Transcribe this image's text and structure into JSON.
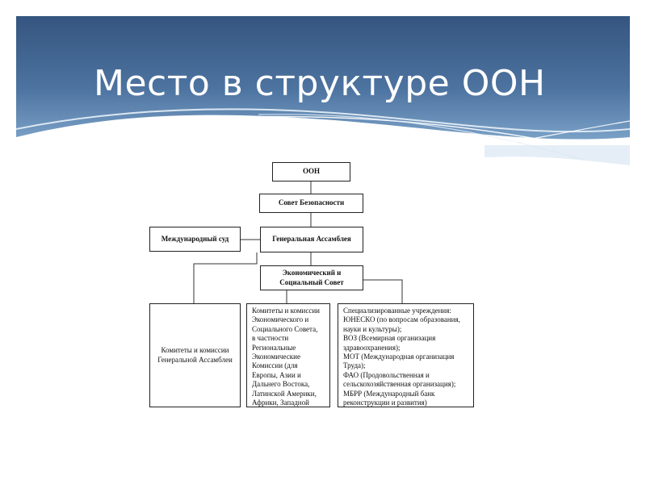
{
  "slide": {
    "title": "Место в структуре ООН"
  },
  "diagram": {
    "un": "ООН",
    "security_council": "Совет Безопасности",
    "court": "Международный суд",
    "general_assembly": "Генеральная Ассамблея",
    "ecosoc": {
      "line1": "Экономический и",
      "line2": "Социальный Совет"
    },
    "ga_committees": {
      "line1": "Комитеты и комиссии",
      "line2": "Генеральной Ассамблеи"
    },
    "ecosoc_committees": [
      "Комитеты и комиссии",
      "Экономического и",
      "Социального Совета,",
      "в частности",
      "Региональные",
      "Экономические",
      "Комиссии (для",
      "Европы, Азии и",
      "Дальнего Востока,",
      "Латинской Америки,",
      "Африки, Западной"
    ],
    "specialized_agencies": [
      "Специализированные учреждения:",
      "ЮНЕСКО (по вопросам образования,",
      "науки  и культуры);",
      "ВОЗ (Всемирная организация",
      "здравоохранения);",
      "МОТ (Международная организация",
      "Труда);",
      "ФАО (Продовольственная и",
      "сельскохозяйственная организация);",
      "МБРР (Международный банк",
      "реконструкции и развития)"
    ]
  }
}
